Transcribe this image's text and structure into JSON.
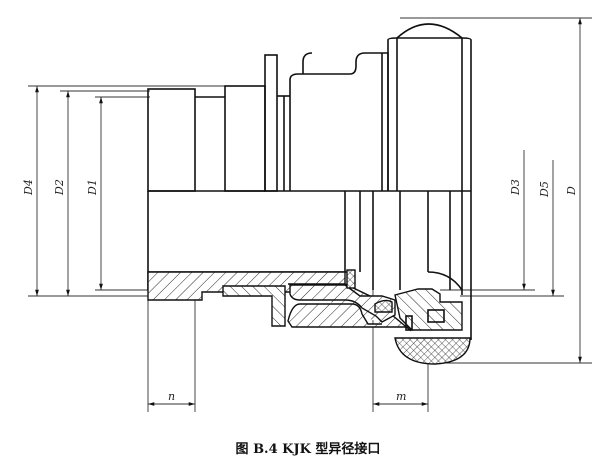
{
  "figure": {
    "caption": "图 B.4    KJK 型异径接口",
    "dimension_labels": {
      "d4": "D4",
      "d2": "D2",
      "d1": "D1",
      "d3": "D3",
      "d5": "D5",
      "d": "D",
      "n": "n",
      "m": "m"
    }
  }
}
